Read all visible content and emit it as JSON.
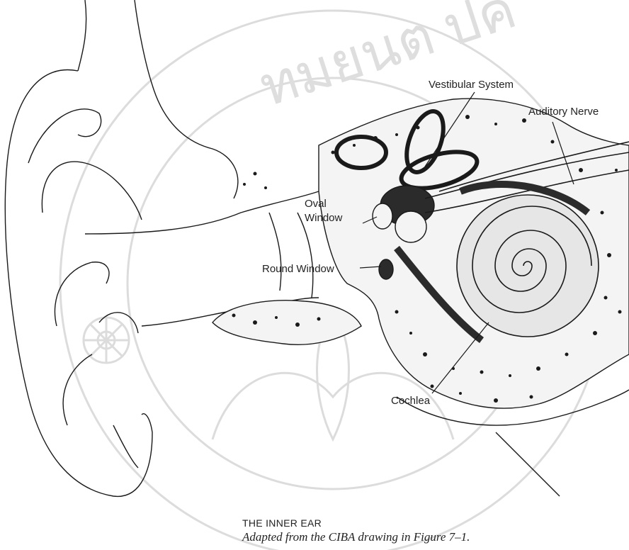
{
  "diagram": {
    "labels": {
      "vestibular_system": "Vestibular System",
      "auditory_nerve": "Auditory Nerve",
      "oval_window_line1": "Oval",
      "oval_window_line2": "Window",
      "round_window": "Round Window",
      "cochlea": "Cochlea"
    },
    "caption": {
      "title": "THE INNER EAR",
      "source": "Adapted from the CIBA drawing in Figure 7–1."
    },
    "watermark": {
      "text": "ทมยนต ปค",
      "color": "#d9d9d9"
    },
    "colors": {
      "ink": "#1a1a1a",
      "bone_fill": "#f4f4f4",
      "dark_fill": "#2b2b2b"
    }
  }
}
